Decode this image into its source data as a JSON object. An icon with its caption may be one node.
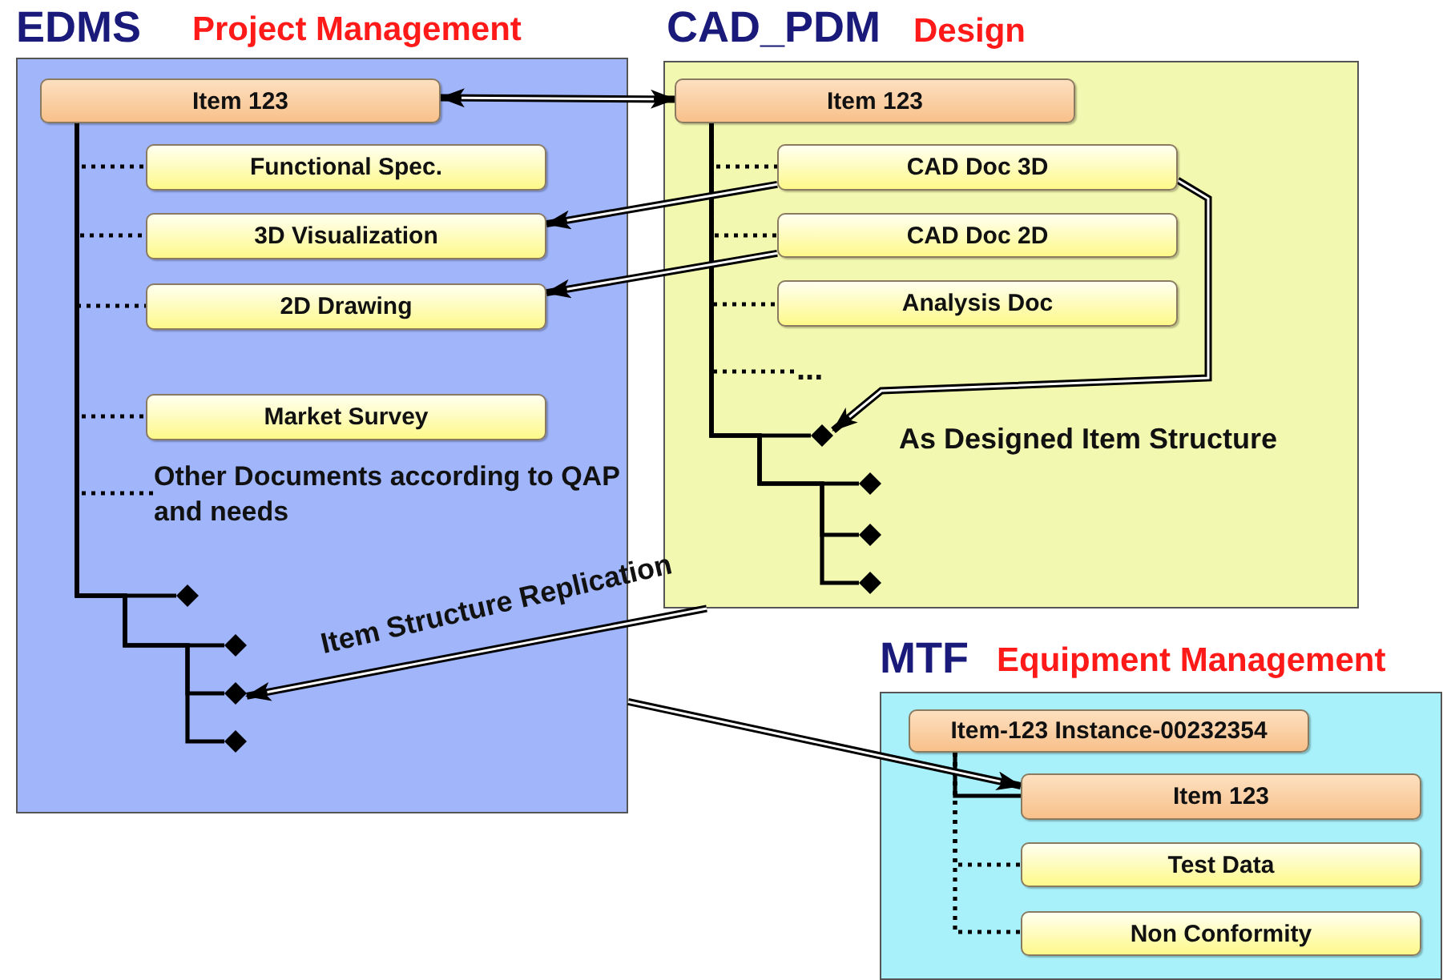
{
  "diagram": {
    "nodes": [
      {
        "text": [
          "EDMS",
          "Project Management"
        ]
      },
      {
        "text": [
          "Item 123"
        ],
        "in": 0
      },
      {
        "text": [
          "Functional Spec."
        ],
        "in": 0
      },
      {
        "text": [
          "3D Visualization"
        ],
        "in": 0
      },
      {
        "text": [
          "2D Drawing"
        ],
        "in": 0
      },
      {
        "text": [
          "Market Survey"
        ],
        "in": 0
      },
      {
        "text": [
          "Other Documents according to QAP and needs"
        ],
        "in": 0
      },
      {
        "text": [],
        "shape": "diamond",
        "in": 0
      },
      {
        "text": [],
        "shape": "diamond",
        "in": 0
      },
      {
        "text": [],
        "shape": "diamond",
        "in": 0
      },
      {
        "text": [],
        "shape": "diamond",
        "in": 0
      },
      {
        "text": [
          "CAD_PDM",
          "Design"
        ]
      },
      {
        "text": [
          "Item 123"
        ],
        "in": 11
      },
      {
        "text": [
          "CAD Doc 3D"
        ],
        "in": 11
      },
      {
        "text": [
          "CAD Doc 2D"
        ],
        "in": 11
      },
      {
        "text": [
          "Analysis Doc"
        ],
        "in": 11
      },
      {
        "text": [
          "..."
        ],
        "in": 11
      },
      {
        "text": [],
        "shape": "diamond",
        "in": 11
      },
      {
        "text": [],
        "shape": "diamond",
        "in": 11
      },
      {
        "text": [],
        "shape": "diamond",
        "in": 11
      },
      {
        "text": [],
        "shape": "diamond",
        "in": 11
      },
      {
        "text": [
          "MTF",
          "Equipment Management"
        ]
      },
      {
        "text": [
          "Item-123 Instance-00232354"
        ],
        "in": 21
      },
      {
        "text": [
          "Item 123"
        ],
        "in": 21
      },
      {
        "text": [
          "Test Data"
        ],
        "in": 21
      },
      {
        "text": [
          "Non Conformity"
        ],
        "in": 21
      }
    ],
    "edges": [
      {
        "from": 1,
        "to": 2,
        "arrow": "none",
        "style": "dashed"
      },
      {
        "from": 1,
        "to": 3,
        "arrow": "none",
        "style": "dashed"
      },
      {
        "from": 1,
        "to": 4,
        "arrow": "none",
        "style": "dashed"
      },
      {
        "from": 1,
        "to": 5,
        "arrow": "none",
        "style": "dashed"
      },
      {
        "from": 1,
        "to": 6,
        "arrow": "none",
        "style": "dashed"
      },
      {
        "from": 1,
        "to": 7,
        "arrow": "none"
      },
      {
        "from": 1,
        "to": 8,
        "arrow": "none"
      },
      {
        "from": 1,
        "to": 9,
        "arrow": "none"
      },
      {
        "from": 1,
        "to": 10,
        "arrow": "none"
      },
      {
        "from": 12,
        "to": 13,
        "arrow": "none",
        "style": "dashed"
      },
      {
        "from": 12,
        "to": 14,
        "arrow": "none",
        "style": "dashed"
      },
      {
        "from": 12,
        "to": 15,
        "arrow": "none",
        "style": "dashed"
      },
      {
        "from": 12,
        "to": 16,
        "arrow": "none",
        "style": "dashed"
      },
      {
        "from": 12,
        "to": 17,
        "arrow": "none"
      },
      {
        "from": 12,
        "to": 18,
        "arrow": "none"
      },
      {
        "from": 12,
        "to": 19,
        "arrow": "none"
      },
      {
        "from": 12,
        "to": 20,
        "arrow": "none"
      },
      {
        "from": 22,
        "to": 23,
        "arrow": "none"
      },
      {
        "from": 22,
        "to": 24,
        "arrow": "none",
        "style": "dashed"
      },
      {
        "from": 22,
        "to": 25,
        "arrow": "none",
        "style": "dashed"
      },
      {
        "from": 1,
        "to": 12,
        "arrow": "both"
      },
      {
        "from": 13,
        "to": 3,
        "arrow": "to"
      },
      {
        "from": 14,
        "to": 4,
        "arrow": "to"
      },
      {
        "from": 13,
        "to": 17,
        "arrow": "to"
      },
      {
        "from": 11,
        "to": 9,
        "arrow": "to",
        "label": "Item Structure Replication"
      },
      {
        "from": 0,
        "to": 23,
        "arrow": "to"
      }
    ],
    "labels": [
      "As Designed Item Structure"
    ]
  }
}
